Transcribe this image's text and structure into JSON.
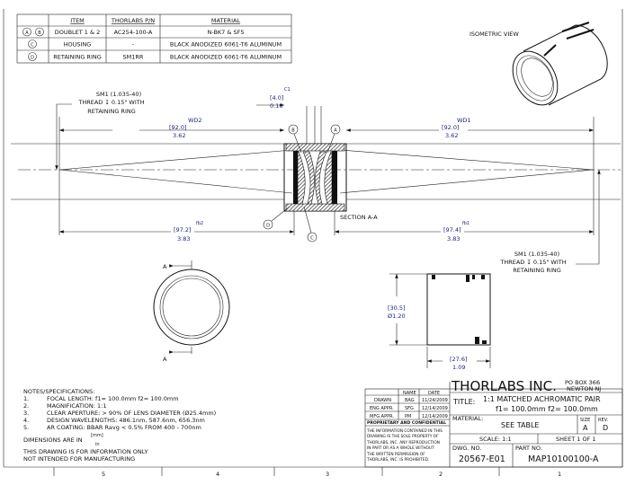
{
  "bom": {
    "headers": [
      "ITEM",
      "THORLABS P/N",
      "MATERIAL"
    ],
    "rows": [
      {
        "callout": "A . B",
        "item": "DOUBLET 1 & 2",
        "pn": "AC254-100-A",
        "material": "N-BK7 & SF5"
      },
      {
        "callout": "C",
        "item": "HOUSING",
        "pn": "-",
        "material": "BLACK ANODIZED 6061-T6 ALUMINUM"
      },
      {
        "callout": "D",
        "item": "RETAINING RING",
        "pn": "SM1RR",
        "material": "BLACK ANODIZED 6061-T6 ALUMINUM"
      }
    ]
  },
  "views": {
    "isometric_label": "ISOMETRIC VIEW",
    "section_label": "SECTION A-A",
    "section_marker": "A"
  },
  "annotations": {
    "thread_left": [
      "SM1 (1.035-40)",
      "THREAD ↧ 0.15\" WITH",
      "RETAINING RING"
    ],
    "thread_right": [
      "SM1 (1.035-40)",
      "THREAD ↧ 0.15\" WITH",
      "RETAINING RING"
    ],
    "c1": {
      "label": "C1",
      "mm": "[4.0]",
      "in": "0.16"
    },
    "wd2": {
      "label": "WD2",
      "mm": "[92.0]",
      "in": "3.62"
    },
    "wd1": {
      "label": "WD1",
      "mm": "[92.0]",
      "in": "3.62"
    },
    "fb2": {
      "label": "fb2",
      "mm": "[97.2]",
      "in": "3.83"
    },
    "fb1": {
      "label": "fb1",
      "mm": "[97.4]",
      "in": "3.83"
    },
    "diameter": {
      "mm": "[30.5]",
      "in": "Ø1.20"
    },
    "length": {
      "mm": "[27.6]",
      "in": "1.09"
    },
    "callouts": [
      "A",
      "B",
      "C",
      "D"
    ]
  },
  "notes": {
    "heading": "NOTES/SPECIFICATIONS:",
    "items": [
      {
        "n": "1.",
        "text": "FOCAL LENGTH: f1= 100.0mm   f2= 100.0mm"
      },
      {
        "n": "2.",
        "text": "MAGNIFICATION:  1:1"
      },
      {
        "n": "3.",
        "text": "CLEAR APERTURE: > 90% OF LENS DIAMETER (Ø25.4mm)"
      },
      {
        "n": "4.",
        "text": "DESIGN WAVELENGTHS: 486.1nm, 587.6nm, 656.3nm"
      },
      {
        "n": "5.",
        "text": "AR COATING: BBAR Ravg < 0.5% FROM 400 - 700nm"
      }
    ],
    "units": "DIMENSIONS ARE IN",
    "units_mm": "[mm]",
    "units_in": "in",
    "disclaimer": [
      "THIS DRAWING IS FOR INFORMATION ONLY",
      "NOT INTENDED FOR MANUFACTURING"
    ]
  },
  "title_block": {
    "company": "THORLABS INC.",
    "address": [
      "PO BOX 366",
      "NEWTON NJ"
    ],
    "approvals_headers": [
      "NAME",
      "DATE"
    ],
    "approvals": [
      {
        "role": "DRAWN",
        "name": "BAG",
        "date": "11/24/2009"
      },
      {
        "role": "ENG APPR.",
        "name": "SFG",
        "date": "12/14/2009"
      },
      {
        "role": "MFG APPR.",
        "name": "PM",
        "date": "12/14/2009"
      }
    ],
    "proprietary_heading": "PROPRIETARY AND CONFIDENTIAL",
    "proprietary_text": [
      "THE INFORMATION CONTAINED IN THIS",
      "DRAWING IS THE SOLE PROPERTY OF",
      "THORLABS, INC.  ANY REPRODUCTION",
      "IN PART OR AS A WHOLE WITHOUT",
      "THE WRITTEN PERMISSION OF",
      "THORLABS, INC. IS PROHIBITED."
    ],
    "title_label": "TITLE:",
    "title": "1:1 MATCHED ACHROMATIC PAIR",
    "title_sub": "f1= 100.0mm  f2= 100.0mm",
    "material_label": "MATERIAL:",
    "material": "SEE TABLE",
    "size_label": "SIZE",
    "size": "A",
    "rev_label": "REV.",
    "rev": "D",
    "scale": "SCALE: 1:1",
    "sheet": "SHEET 1 OF 1",
    "dwg_label": "DWG.  NO.",
    "dwg": "20567-E01",
    "part_label": "PART  NO.",
    "part": "MAP10100100-A"
  },
  "zones": [
    "5",
    "4",
    "3",
    "2",
    "1"
  ],
  "colors": {
    "dimension": "#1a237e",
    "line": "#111111"
  }
}
